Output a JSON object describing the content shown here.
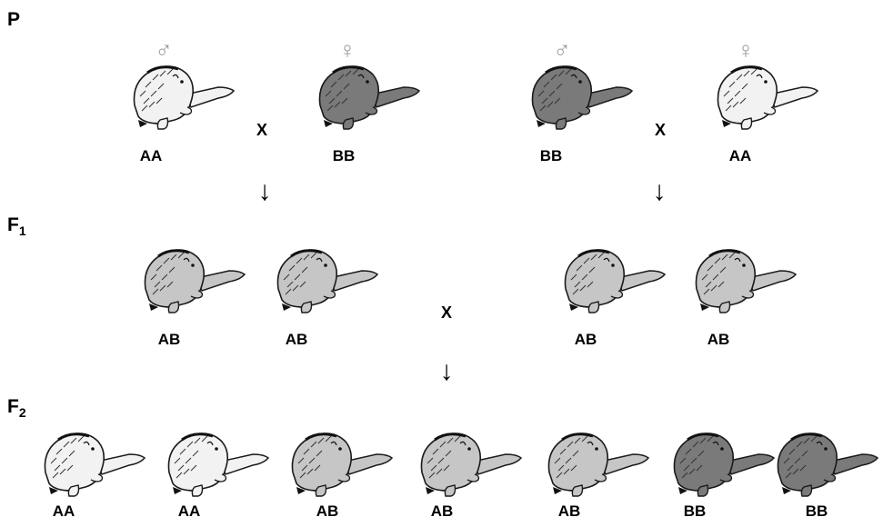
{
  "generations": {
    "p": "P",
    "f1": "F",
    "f1_sub": "1",
    "f2": "F",
    "f2_sub": "2"
  },
  "sex_symbols": {
    "male": "♂",
    "female": "♀"
  },
  "cross": "X",
  "arrow": "↓",
  "colors": {
    "white": "#f2f2f2",
    "intermediate": "#c6c6c6",
    "dark": "#7a7a7a",
    "outline": "#1a1a1a"
  },
  "p_generation": [
    {
      "sex": "male",
      "genotype": "AA",
      "phenotype": "white"
    },
    {
      "sex": "female",
      "genotype": "BB",
      "phenotype": "dark"
    },
    {
      "sex": "male",
      "genotype": "BB",
      "phenotype": "dark"
    },
    {
      "sex": "female",
      "genotype": "AA",
      "phenotype": "white"
    }
  ],
  "f1_generation": [
    {
      "genotype": "AB",
      "phenotype": "intermediate"
    },
    {
      "genotype": "AB",
      "phenotype": "intermediate"
    },
    {
      "genotype": "AB",
      "phenotype": "intermediate"
    },
    {
      "genotype": "AB",
      "phenotype": "intermediate"
    }
  ],
  "f2_generation": [
    {
      "genotype": "AA",
      "phenotype": "white"
    },
    {
      "genotype": "AA",
      "phenotype": "white"
    },
    {
      "genotype": "AB",
      "phenotype": "intermediate"
    },
    {
      "genotype": "AB",
      "phenotype": "intermediate"
    },
    {
      "genotype": "AB",
      "phenotype": "intermediate"
    },
    {
      "genotype": "BB",
      "phenotype": "dark"
    },
    {
      "genotype": "BB",
      "phenotype": "dark"
    }
  ]
}
